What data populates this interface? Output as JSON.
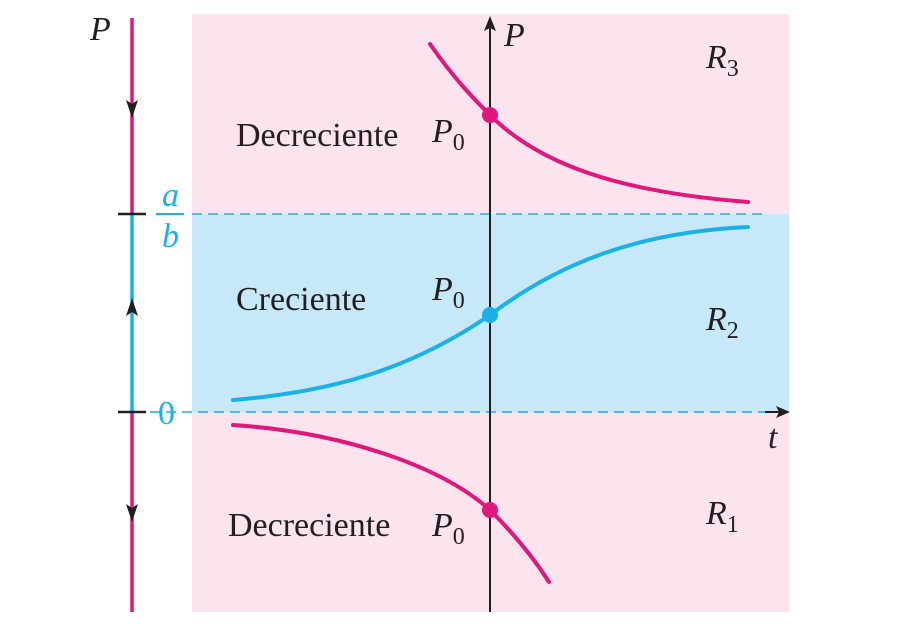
{
  "colors": {
    "pink_region": "#fce4ee",
    "blue_region": "#c6e8f9",
    "magenta": "#e2177c",
    "cyan": "#1ab0e8",
    "axis": "#231f20"
  },
  "phase_line": {
    "label": "P",
    "upper_numer": "a",
    "upper_denom": "b",
    "lower": "0"
  },
  "axes": {
    "vertical_label": "P",
    "horizontal_label": "t"
  },
  "regions": {
    "r3": {
      "letter": "R",
      "sub": "3"
    },
    "r2": {
      "letter": "R",
      "sub": "2"
    },
    "r1": {
      "letter": "R",
      "sub": "1"
    }
  },
  "labels": {
    "top_text": "Decreciente",
    "middle_text": "Creciente",
    "bottom_text": "Decreciente",
    "point": "P",
    "point_sub": "0"
  }
}
